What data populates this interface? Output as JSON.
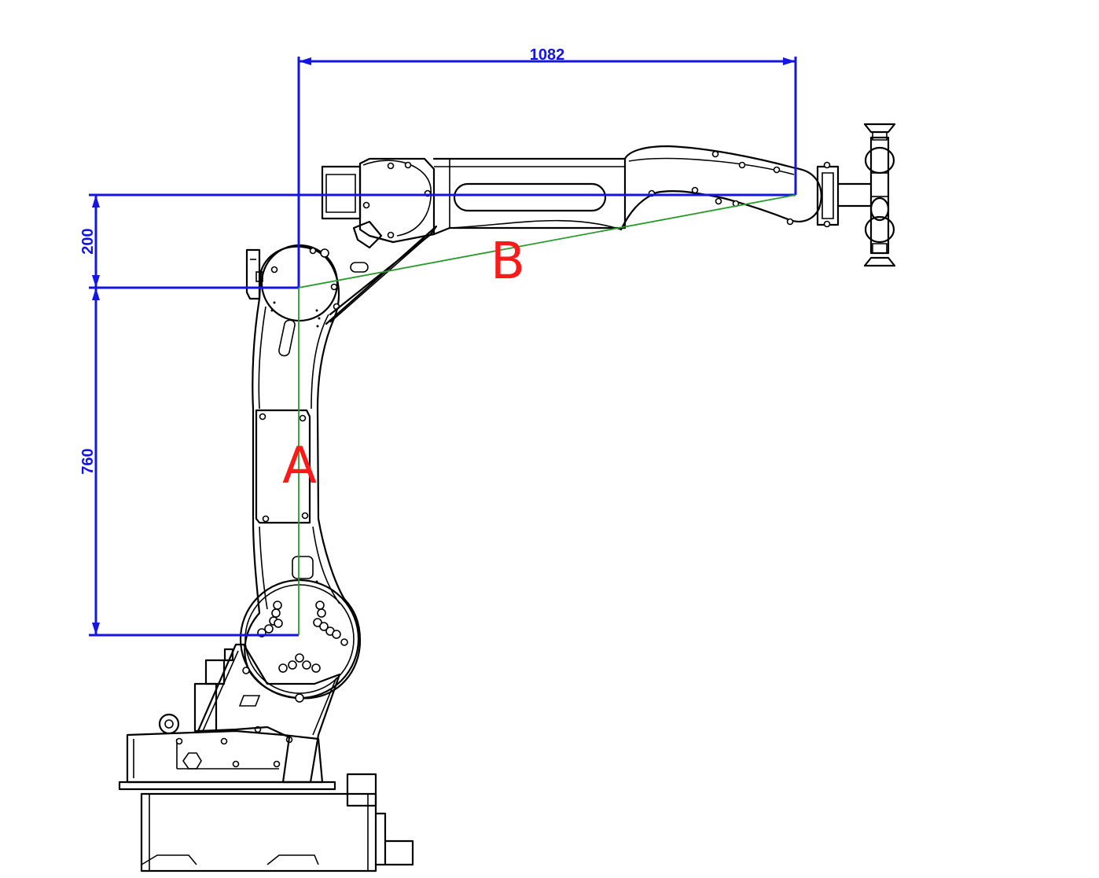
{
  "dimensions": {
    "reach": "1082",
    "offset": "200",
    "height": "760"
  },
  "labels": {
    "a": "A",
    "b": "B"
  },
  "colors": {
    "dimension": "#1414e6",
    "axis_line": "#2a9a2a",
    "axis_label": "#ff1a1a",
    "outline": "#000000"
  }
}
